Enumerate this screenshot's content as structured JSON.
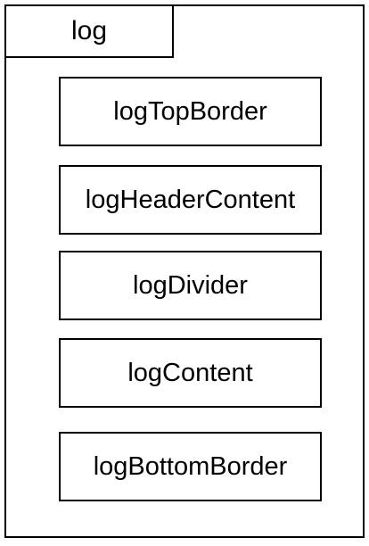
{
  "container": {
    "label": "log"
  },
  "children": [
    {
      "label": "logTopBorder"
    },
    {
      "label": "logHeaderContent"
    },
    {
      "label": "logDivider"
    },
    {
      "label": "logContent"
    },
    {
      "label": "logBottomBorder"
    }
  ],
  "colors": {
    "stroke": "#000000",
    "background": "#ffffff"
  }
}
